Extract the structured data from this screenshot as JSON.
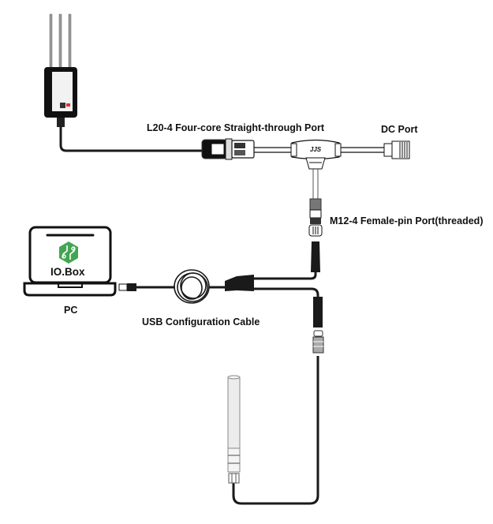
{
  "labels": {
    "l20_port": "L20-4 Four-core Straight-through Port",
    "dc_port": "DC Port",
    "m12_port": "M12-4 Female-pin Port(threaded)",
    "pc": "PC",
    "usb_cable": "USB Configuration Cable"
  },
  "laptop": {
    "app_name": "IO.Box"
  },
  "colors": {
    "logo_green": "#43a553",
    "cable": "#1a1a1a"
  }
}
